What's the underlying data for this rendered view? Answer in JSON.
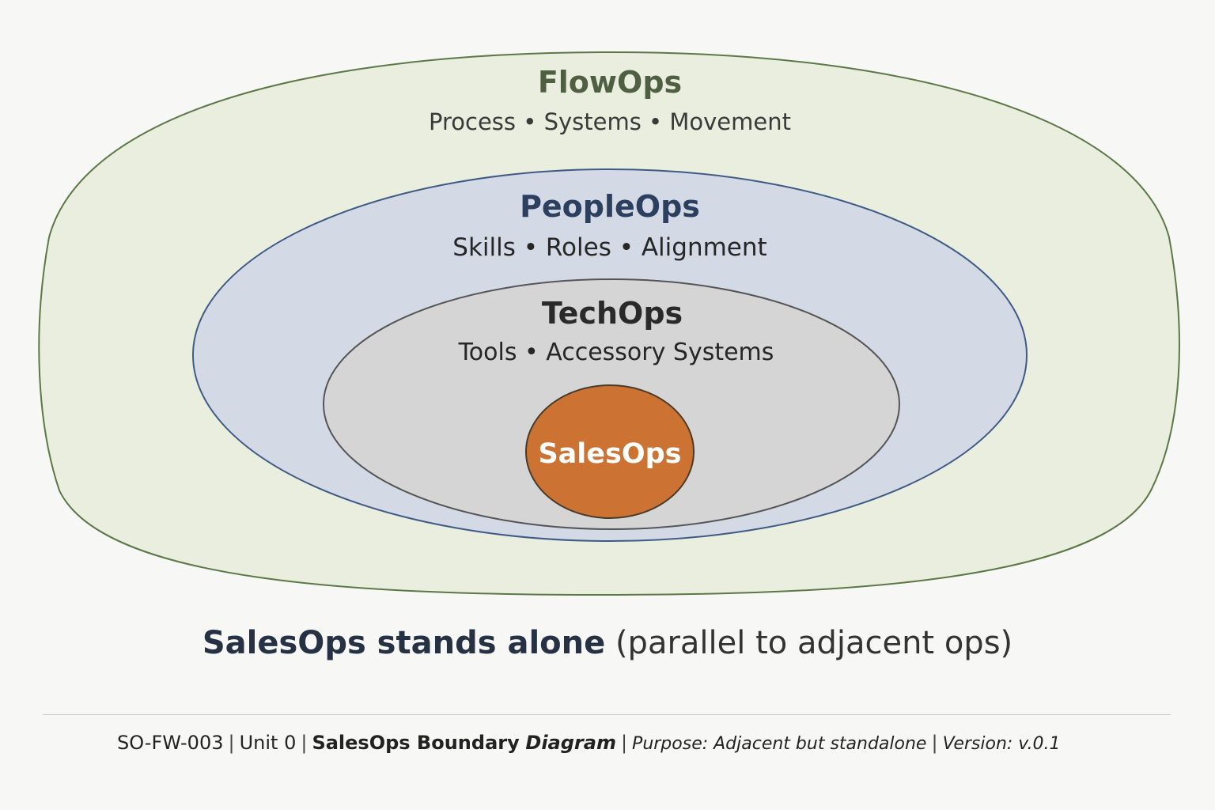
{
  "layers": [
    {
      "title": "FlowOps",
      "subtitle": "Process • Systems • Movement",
      "fill": "#e9eedf",
      "stroke": "#5d7746",
      "title_color": "#4f5f42"
    },
    {
      "title": "PeopleOps",
      "subtitle": "Skills • Roles • Alignment",
      "fill": "#d4d9e6",
      "stroke": "#3f5b85",
      "title_color": "#2c3f5f"
    },
    {
      "title": "TechOps",
      "subtitle": "Tools • Accessory Systems",
      "fill": "#d5d5d6",
      "stroke": "#555555",
      "title_color": "#2a2a2a"
    },
    {
      "title": "SalesOps",
      "subtitle": "",
      "fill": "#cc7334",
      "stroke": "#4a3a2a",
      "title_color": "#ffffff"
    }
  ],
  "caption": {
    "strong": "SalesOps stands alone",
    "soft": "(parallel to adjacent ops)"
  },
  "footer": {
    "code": "SO-FW-003",
    "unit": "Unit 0",
    "title_plain": "SalesOps Boundary",
    "title_italic": "Diagram",
    "purpose": "Purpose: Adjacent but standalone",
    "version": "Version: v.0.1"
  }
}
